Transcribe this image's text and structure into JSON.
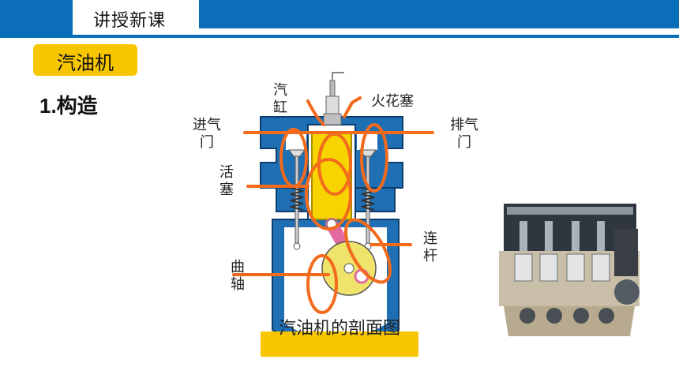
{
  "header": {
    "title": "讲授新课"
  },
  "section": {
    "badge": "汽油机",
    "subhead": "1.构造"
  },
  "labels": {
    "cylinder": "汽缸",
    "spark_plug": "火花塞",
    "intake_valve": "进气门",
    "exhaust_valve": "排气门",
    "piston": "活塞",
    "connecting_rod": "连杆",
    "crankshaft": "曲轴"
  },
  "caption": "汽油机的剖面图",
  "colors": {
    "brand_blue": "#0a6fb8",
    "highlight_yellow": "#f7c600",
    "annotation_orange": "#f26b1d"
  }
}
